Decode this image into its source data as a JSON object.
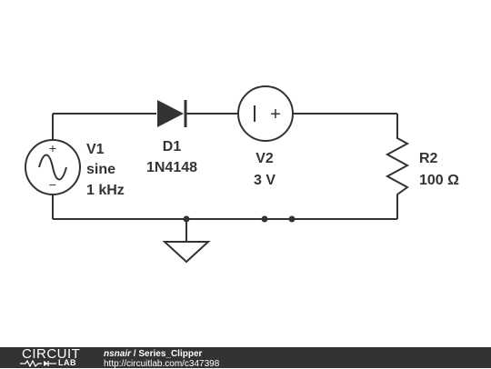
{
  "components": {
    "v1": {
      "name": "V1",
      "type": "sine",
      "freq": "1 kHz",
      "plus": "+",
      "minus": "−"
    },
    "d1": {
      "name": "D1",
      "part": "1N4148"
    },
    "v2": {
      "name": "V2",
      "value": "3 V",
      "plus": "+"
    },
    "r2": {
      "name": "R2",
      "value": "100 Ω"
    }
  },
  "footer": {
    "brand_word": "CIRCUIT",
    "brand_sub": "LAB",
    "author": "nsnair",
    "separator": "/",
    "title": "Series_Clipper",
    "url": "http://circuitlab.com/c347398"
  }
}
